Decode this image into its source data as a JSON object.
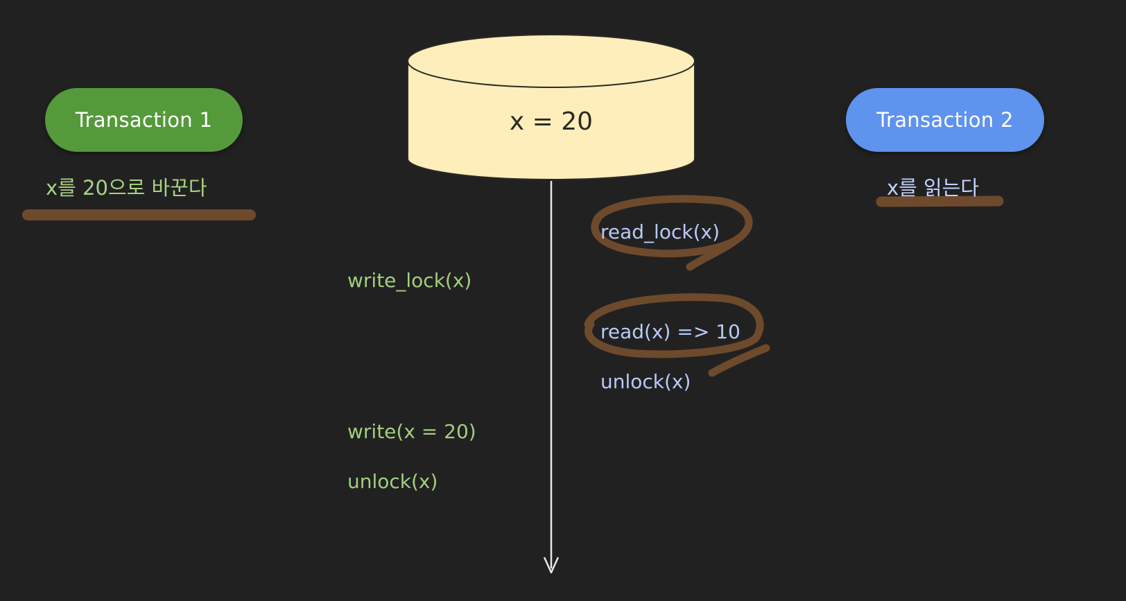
{
  "database": {
    "label": "x = 20"
  },
  "transaction1": {
    "name": "Transaction 1",
    "caption": "x를 20으로 바꾼다",
    "color": "#559a3a",
    "operations": [
      "write_lock(x)",
      "write(x = 20)",
      "unlock(x)"
    ]
  },
  "transaction2": {
    "name": "Transaction 2",
    "caption": "x를 읽는다",
    "color": "#5e93ee",
    "operations": [
      "read_lock(x)",
      "read(x) => 10",
      "unlock(x)"
    ]
  },
  "colors": {
    "background": "#222122",
    "database_fill": "#fdeebb",
    "annotation_brown": "#6e4a2c",
    "timeline": "#e8e8e8"
  }
}
